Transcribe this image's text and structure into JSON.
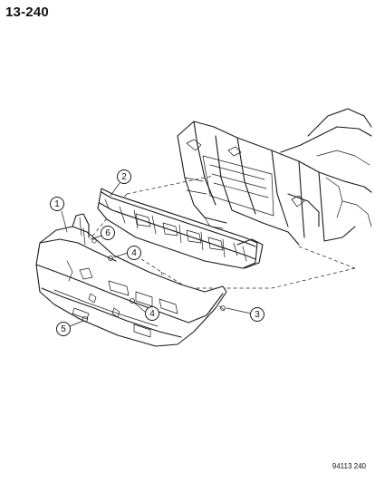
{
  "page_number": "13-240",
  "figure_code": "94113 240",
  "callouts": [
    {
      "label": "1"
    },
    {
      "label": "2"
    },
    {
      "label": "3"
    },
    {
      "label": "4"
    },
    {
      "label": "4"
    },
    {
      "label": "5"
    },
    {
      "label": "6"
    }
  ]
}
